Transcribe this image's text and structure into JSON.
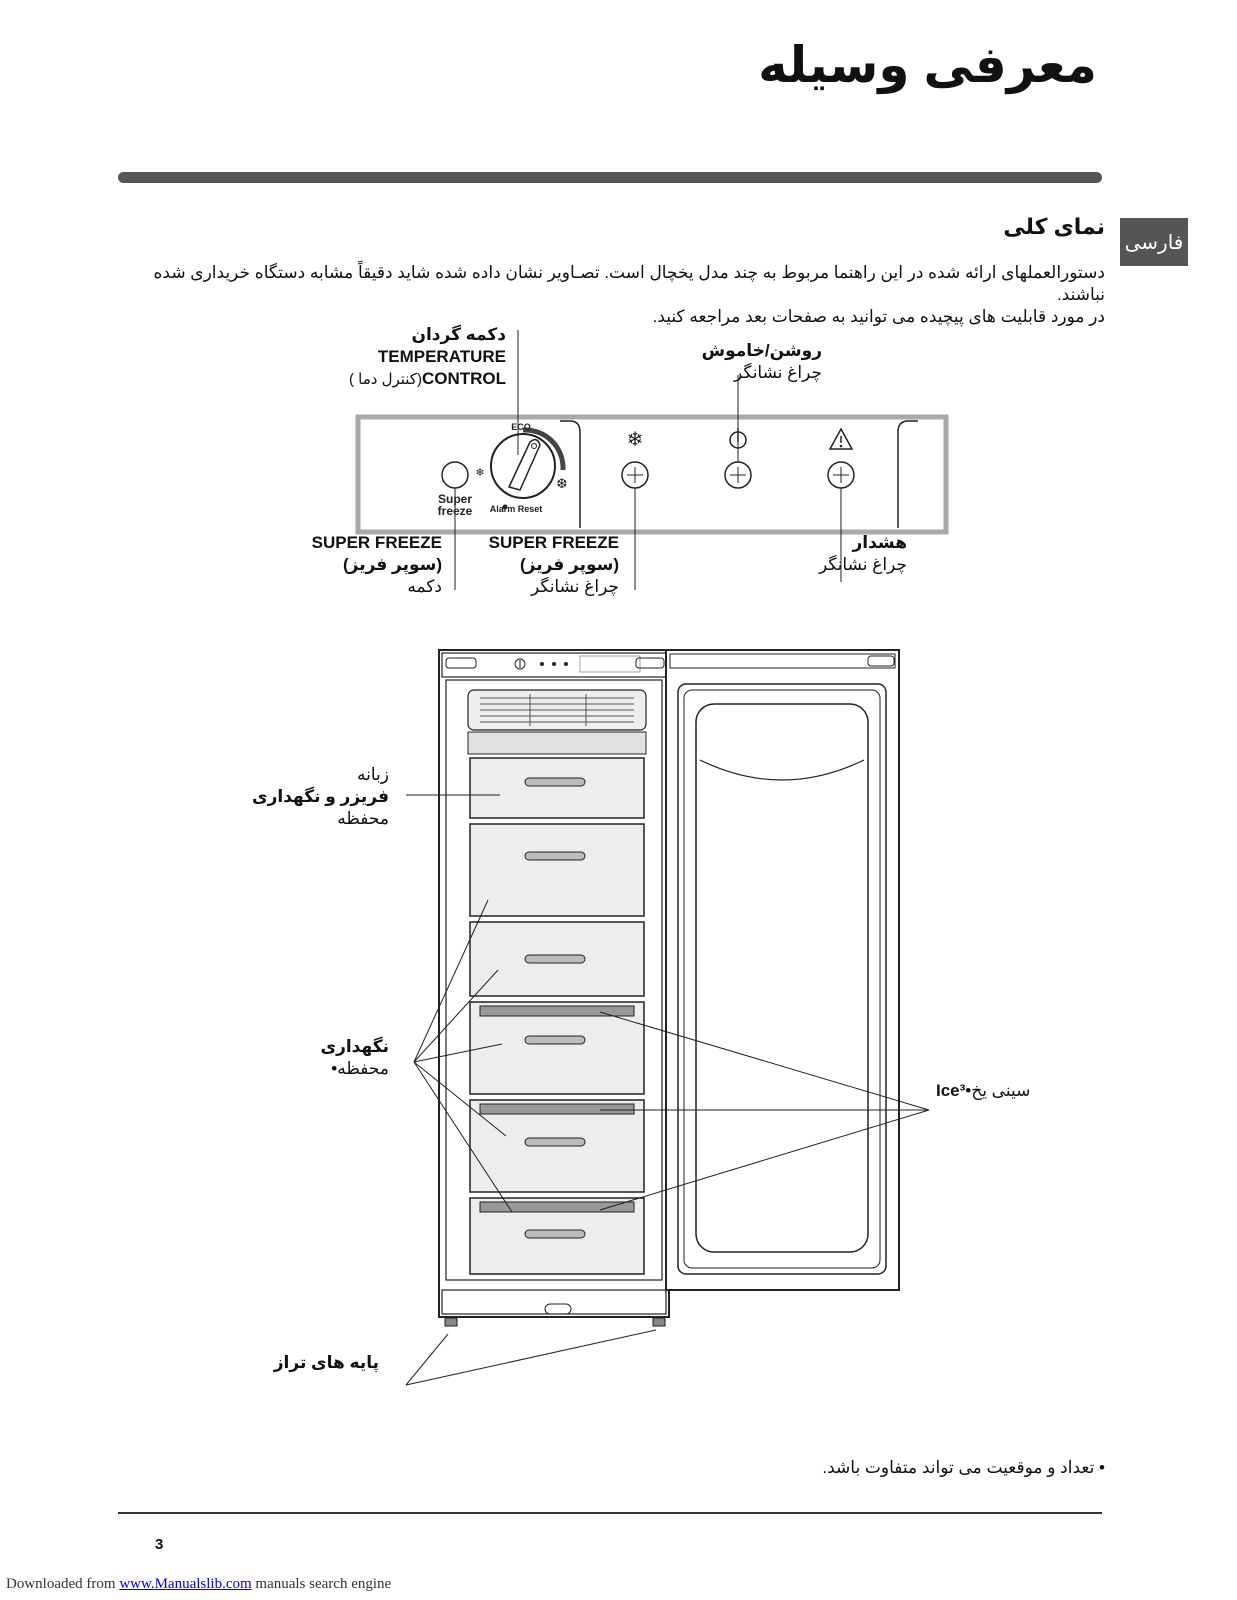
{
  "page": {
    "title": "معرفی وسیله",
    "language_tab": "فارسی",
    "section_title": "نمای کلی",
    "intro_line1": "دستورالعملهای ارائه شده در این راهنما مربوط به چند مدل یخچال است. تصـاویر نشان داده شده شاید دقیقاً مشابه دستگاه خریداری شده نباشند.",
    "intro_line2": "در مورد قابلیت های پیچیده می توانید به صفحات بعد مراجعه کنید.",
    "note": "• تعداد و موقعیت می تواند متفاوت باشد.",
    "page_number": "3",
    "download_prefix": "Downloaded from ",
    "download_link": "www.Manualslib.com",
    "download_suffix": " manuals search engine"
  },
  "panel_labels": {
    "temp_line1": "دکمه گردان",
    "temp_line2": "TEMPERATURE",
    "temp_line3_bold": "CONTROL",
    "temp_line3_rest": " ( کنترل دما)",
    "onoff_line1": "روشن/خاموش",
    "onoff_line2": "چراغ نشانگر",
    "sf_button_line1": "SUPER FREEZE",
    "sf_button_line2": "(سوپر فریز)",
    "sf_button_line3": "دکمه",
    "sf_light_line1": "SUPER FREEZE",
    "sf_light_line2": "(سوپر فریز)",
    "sf_light_line3": "چراغ نشانگر",
    "alarm_line1": "هشدار",
    "alarm_line2": "چراغ نشانگر"
  },
  "panel_printed": {
    "eco": "ECO",
    "super": "Super",
    "freeze": "freeze",
    "alarm_reset": "Alarm Reset"
  },
  "fridge_labels": {
    "flap_line1": "زبانه",
    "flap_line2": "فریزر و نگهداری",
    "flap_line3": "محفظه",
    "storage_line1": "نگهداری",
    "storage_line2": "محفظه•",
    "ice_bold": "Ice³",
    "ice_rest": "سینی یخ•",
    "feet": "پایه های تراز"
  },
  "icons": [
    "snowflake-icon",
    "power-icon",
    "warning-icon"
  ]
}
